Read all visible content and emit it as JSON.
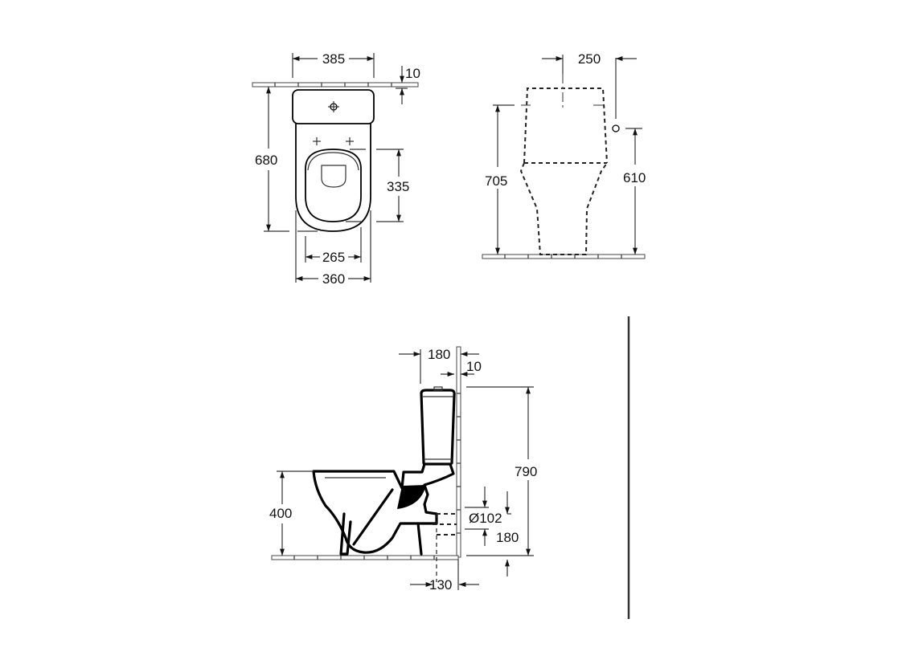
{
  "drawing": {
    "type": "technical dimension drawing",
    "subject": "close-coupled floor-standing WC",
    "units": "mm",
    "views": {
      "top_view": {
        "dimensions": {
          "tank_width": "385",
          "wall_gap": "10",
          "total_depth": "680",
          "seat_opening_depth": "335",
          "foot_width": "265",
          "bowl_width": "360"
        }
      },
      "front_view": {
        "dimensions": {
          "supply_offset": "250",
          "tank_height": "705",
          "supply_height": "610"
        }
      },
      "side_view": {
        "dimensions": {
          "tank_depth": "180",
          "wall_gap": "10",
          "total_height": "790",
          "bowl_height": "400",
          "outlet_diameter": "Ø102",
          "outlet_height": "180",
          "outlet_offset": "130"
        }
      }
    }
  }
}
